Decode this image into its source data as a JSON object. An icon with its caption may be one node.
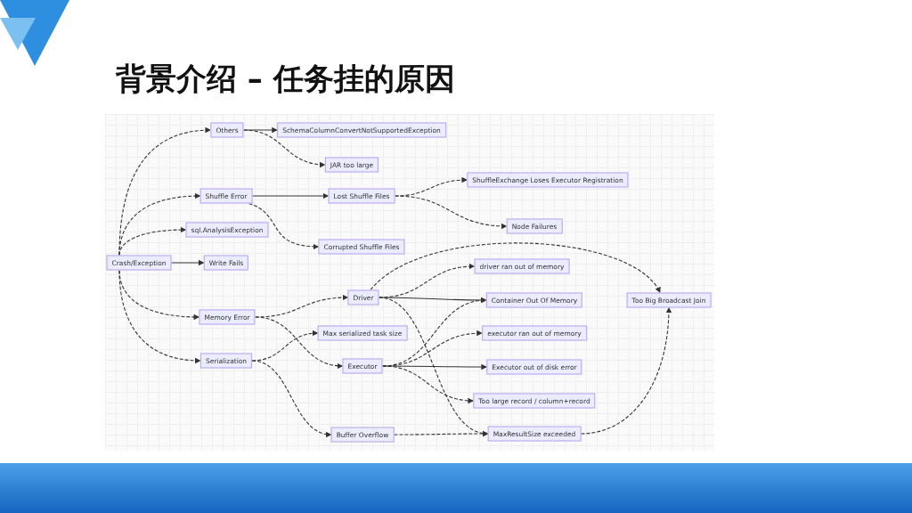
{
  "diagram": {
    "title": "背景介绍 – 任务挂的原因",
    "nodes": [
      {
        "text": [
          "Others"
        ]
      },
      {
        "text": [
          "SchemaColumnConvertNotSupportedException"
        ]
      },
      {
        "text": [
          "JAR too large"
        ]
      },
      {
        "text": [
          "Shuffle Error"
        ]
      },
      {
        "text": [
          "Lost Shuffle Files"
        ]
      },
      {
        "text": [
          "ShuffleExchange Loses Executor Registration"
        ]
      },
      {
        "text": [
          "Node Failures"
        ]
      },
      {
        "text": [
          "sql.AnalysisException"
        ]
      },
      {
        "text": [
          "Corrupted Shuffle Files"
        ]
      },
      {
        "text": [
          "Crash/Exception"
        ]
      },
      {
        "text": [
          "Write Fails"
        ]
      },
      {
        "text": [
          "Memory Error"
        ]
      },
      {
        "text": [
          "Serialization"
        ]
      },
      {
        "text": [
          "Driver"
        ]
      },
      {
        "text": [
          "Max serialized task size"
        ]
      },
      {
        "text": [
          "Executor"
        ]
      },
      {
        "text": [
          "Buffer Overflow"
        ]
      },
      {
        "text": [
          "driver ran out of memory"
        ]
      },
      {
        "text": [
          "Container Out Of Memory"
        ]
      },
      {
        "text": [
          "executor ran out of memory"
        ]
      },
      {
        "text": [
          "Executor out of disk error"
        ]
      },
      {
        "text": [
          "Too large record / column+record"
        ]
      },
      {
        "text": [
          "MaxResultSize exceeded"
        ]
      },
      {
        "text": [
          "Too Big Broadcast Join"
        ]
      }
    ],
    "edges": [
      {
        "from": 9,
        "to": 0,
        "arrow": "to",
        "style": "dashed"
      },
      {
        "from": 9,
        "to": 3,
        "arrow": "to",
        "style": "dashed"
      },
      {
        "from": 9,
        "to": 7,
        "arrow": "to",
        "style": "dashed"
      },
      {
        "from": 9,
        "to": 10,
        "arrow": "to"
      },
      {
        "from": 9,
        "to": 11,
        "arrow": "to",
        "style": "dashed"
      },
      {
        "from": 9,
        "to": 12,
        "arrow": "to",
        "style": "dashed"
      },
      {
        "from": 0,
        "to": 1,
        "arrow": "to"
      },
      {
        "from": 0,
        "to": 2,
        "arrow": "to",
        "style": "dashed"
      },
      {
        "from": 3,
        "to": 4,
        "arrow": "to"
      },
      {
        "from": 3,
        "to": 8,
        "arrow": "to",
        "style": "dashed"
      },
      {
        "from": 4,
        "to": 5,
        "arrow": "to",
        "style": "dashed"
      },
      {
        "from": 4,
        "to": 6,
        "arrow": "to",
        "style": "dashed"
      },
      {
        "from": 11,
        "to": 13,
        "arrow": "to",
        "style": "dashed"
      },
      {
        "from": 11,
        "to": 15,
        "arrow": "to",
        "style": "dashed"
      },
      {
        "from": 12,
        "to": 14,
        "arrow": "to",
        "style": "dashed"
      },
      {
        "from": 12,
        "to": 16,
        "arrow": "to",
        "style": "dashed"
      },
      {
        "from": 13,
        "to": 17,
        "arrow": "to",
        "style": "dashed"
      },
      {
        "from": 13,
        "to": 18,
        "arrow": "to"
      },
      {
        "from": 13,
        "to": 23,
        "arrow": "to",
        "style": "dashed"
      },
      {
        "from": 13,
        "to": 22,
        "arrow": "to",
        "style": "dashed"
      },
      {
        "from": 15,
        "to": 18,
        "arrow": "to",
        "style": "dashed"
      },
      {
        "from": 15,
        "to": 19,
        "arrow": "to",
        "style": "dashed"
      },
      {
        "from": 15,
        "to": 20,
        "arrow": "to"
      },
      {
        "from": 15,
        "to": 21,
        "arrow": "to",
        "style": "dashed"
      },
      {
        "from": 16,
        "to": 22,
        "arrow": "to",
        "style": "dashed"
      },
      {
        "from": 22,
        "to": 23,
        "arrow": "to",
        "style": "dashed"
      }
    ]
  }
}
